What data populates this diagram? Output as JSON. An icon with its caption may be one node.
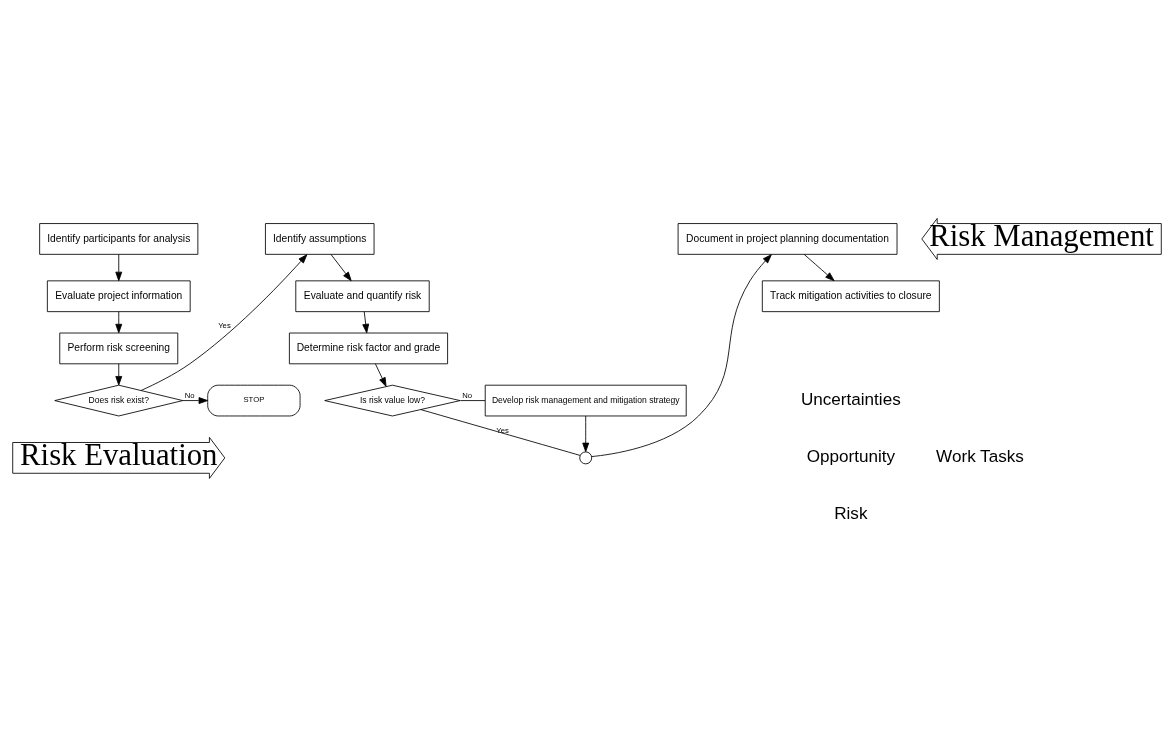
{
  "diagram": {
    "nodes": [
      {
        "text": [
          "Identify participants for analysis"
        ]
      },
      {
        "text": [
          "Evaluate project information"
        ]
      },
      {
        "text": [
          "Perform risk screening"
        ]
      },
      {
        "text": [
          "Does risk exist?"
        ]
      },
      {
        "text": [
          "STOP"
        ]
      },
      {
        "text": [
          "Identify assumptions"
        ]
      },
      {
        "text": [
          "Evaluate and quantify risk"
        ]
      },
      {
        "text": [
          "Determine risk factor and grade"
        ]
      },
      {
        "text": [
          "Is risk value low?"
        ]
      },
      {
        "text": [
          "Develop risk management and mitigation strategy"
        ]
      },
      {
        "text": [],
        "shape": "circle"
      },
      {
        "text": [
          "Document in project planning documentation"
        ]
      },
      {
        "text": [
          "Track mitigation activities to closure"
        ]
      },
      {
        "text": [
          "Risk Management"
        ]
      },
      {
        "text": [
          "Risk Evaluation"
        ]
      }
    ],
    "edges": [
      {
        "from": 0,
        "to": 1,
        "arrow": "to"
      },
      {
        "from": 1,
        "to": 2,
        "arrow": "to"
      },
      {
        "from": 2,
        "to": 3,
        "arrow": "to"
      },
      {
        "from": 3,
        "to": 4,
        "label": "No",
        "arrow": "to"
      },
      {
        "from": 3,
        "to": 5,
        "label": "Yes",
        "arrow": "to"
      },
      {
        "from": 5,
        "to": 6,
        "arrow": "to"
      },
      {
        "from": 6,
        "to": 7,
        "arrow": "to"
      },
      {
        "from": 7,
        "to": 8,
        "arrow": "to"
      },
      {
        "from": 8,
        "to": 9,
        "label": "No",
        "arrow": "none"
      },
      {
        "from": 8,
        "to": 10,
        "label": "Yes",
        "arrow": "none"
      },
      {
        "from": 9,
        "to": 10,
        "arrow": "to"
      },
      {
        "from": 10,
        "to": 11,
        "arrow": "to"
      },
      {
        "from": 11,
        "to": 12,
        "arrow": "to"
      }
    ],
    "labels": [
      "Uncertainties",
      "Work Tasks",
      "Opportunity",
      "Risk"
    ]
  }
}
